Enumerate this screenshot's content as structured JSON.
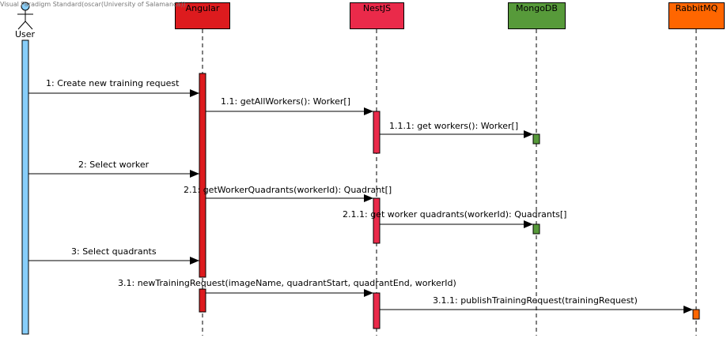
{
  "watermark": "Visual Paradigm Standard(oscar(University of Salamanca))",
  "actor": {
    "label": "User"
  },
  "lifelines": [
    {
      "id": "angular",
      "label": "Angular",
      "color": "#dd1b1e"
    },
    {
      "id": "nestjs",
      "label": "NestJS",
      "color": "#ea2a4a"
    },
    {
      "id": "mongodb",
      "label": "MongoDB",
      "color": "#579a3a"
    },
    {
      "id": "rabbitmq",
      "label": "RabbitMQ",
      "color": "#ff6600"
    }
  ],
  "colors": {
    "user_activation": "#87cefa"
  },
  "messages": [
    {
      "id": "m1",
      "text": "1: Create new training request"
    },
    {
      "id": "m1_1",
      "text": "1.1: getAllWorkers(): Worker[]"
    },
    {
      "id": "m1_1_1",
      "text": "1.1.1: get workers(): Worker[]"
    },
    {
      "id": "m2",
      "text": "2: Select worker"
    },
    {
      "id": "m2_1",
      "text": "2.1: getWorkerQuadrants(workerId): Quadrant[]"
    },
    {
      "id": "m2_1_1",
      "text": "2.1.1: get worker quadrants(workerId): Quadrants[]"
    },
    {
      "id": "m3",
      "text": "3: Select quadrants"
    },
    {
      "id": "m3_1",
      "text": "3.1: newTrainingRequest(imageName, quadrantStart, quadrantEnd, workerId)"
    },
    {
      "id": "m3_1_1",
      "text": "3.1.1: publishTrainingRequest(trainingRequest)"
    }
  ]
}
